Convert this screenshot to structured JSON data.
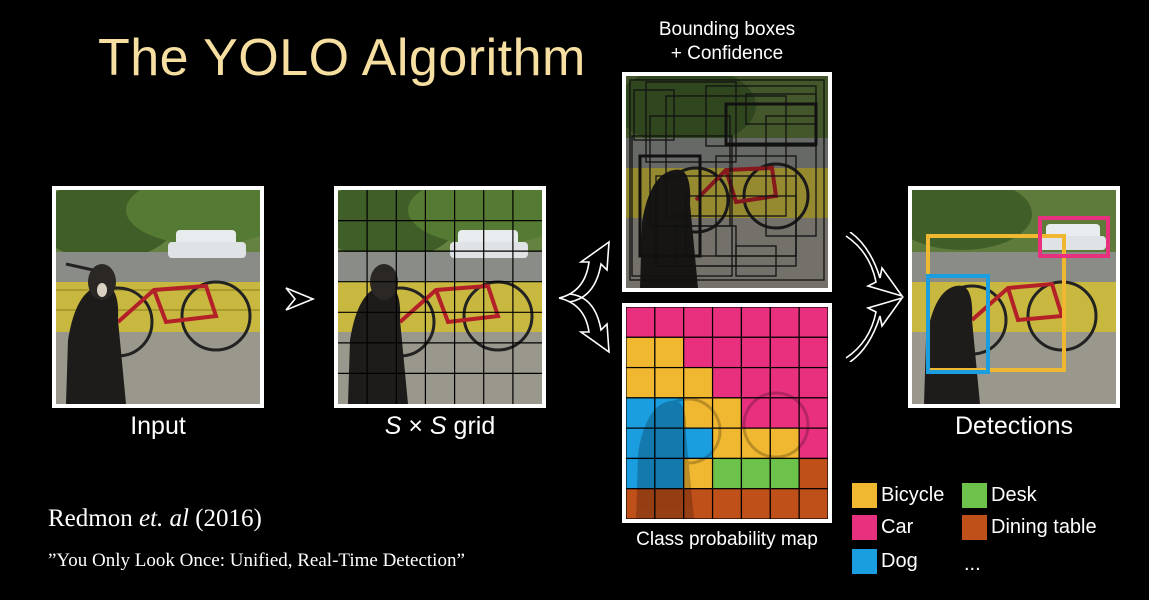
{
  "title": "The YOLO Algorithm",
  "captions": {
    "input": "Input",
    "grid_prefix": "S",
    "grid_times": " × ",
    "grid_suffix": " grid",
    "bbox_line1": "Bounding boxes",
    "bbox_line2": "+ Confidence",
    "class_map": "Class probability map",
    "detections": "Detections"
  },
  "reference": {
    "author": "Redmon ",
    "etal": "et. al",
    "year": " (2016)",
    "paper": "”You Only Look Once: Unified, Real-Time Detection”"
  },
  "legend": {
    "items": [
      {
        "label": "Bicycle",
        "color": "#f0b730"
      },
      {
        "label": "Desk",
        "color": "#6cc24a"
      },
      {
        "label": "Car",
        "color": "#e8307e"
      },
      {
        "label": "Dining table",
        "color": "#c0501a"
      },
      {
        "label": "Dog",
        "color": "#1a9ee0"
      }
    ],
    "more": "..."
  },
  "colors": {
    "title": "#f6dfa0",
    "frame": "#ffffff",
    "bicycle": "#f0b730",
    "car": "#e8307e",
    "dog": "#1a9ee0",
    "desk": "#6cc24a",
    "dining_table": "#c0501a"
  },
  "class_map": {
    "rows": [
      [
        "car",
        "car",
        "car",
        "car",
        "car",
        "car",
        "car"
      ],
      [
        "bicycle",
        "bicycle",
        "car",
        "car",
        "car",
        "car",
        "car"
      ],
      [
        "bicycle",
        "bicycle",
        "bicycle",
        "car",
        "car",
        "car",
        "car"
      ],
      [
        "dog",
        "dog",
        "bicycle",
        "bicycle",
        "car",
        "car",
        "car"
      ],
      [
        "dog",
        "dog",
        "dog",
        "bicycle",
        "bicycle",
        "bicycle",
        "car"
      ],
      [
        "dog",
        "dog",
        "bicycle",
        "desk",
        "desk",
        "desk",
        "dining_table"
      ],
      [
        "dining_table",
        "dining_table",
        "dining_table",
        "dining_table",
        "dining_table",
        "dining_table",
        "dining_table"
      ]
    ]
  }
}
